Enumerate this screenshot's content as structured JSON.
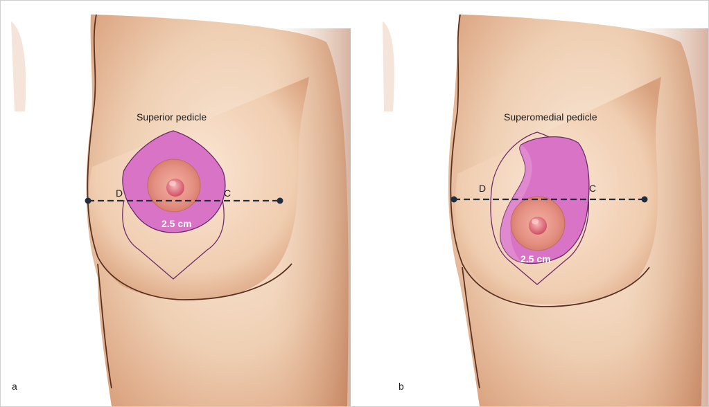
{
  "figure": {
    "panels": [
      {
        "letter": "a",
        "title": "Superior pedicle",
        "point_left": "D",
        "point_right": "C",
        "measurement": "2.5 cm"
      },
      {
        "letter": "b",
        "title": "Superomedial pedicle",
        "point_left": "D",
        "point_right": "C",
        "measurement": "2.5 cm"
      }
    ]
  },
  "colors": {
    "skin_light": "#f6e1cd",
    "skin_mid": "#e7bb98",
    "skin_shadow": "#c98a66",
    "contour_line": "#5a3020",
    "pedicle_fill": "#d873c6",
    "pedicle_outline": "#6a2a6a",
    "areola": "#e79a88",
    "nipple": "#d86a72",
    "dashed_line": "#1f2d3d"
  }
}
